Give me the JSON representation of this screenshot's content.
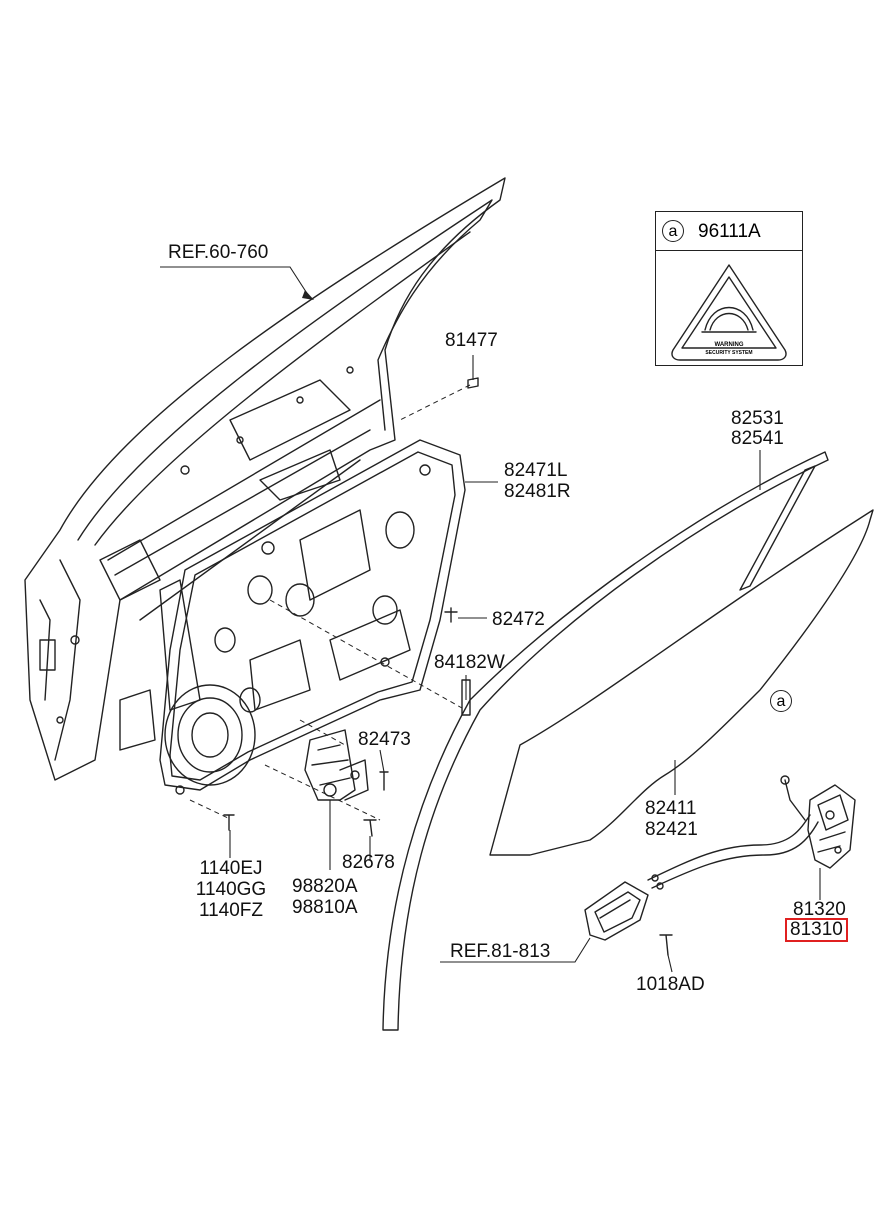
{
  "labels": {
    "ref_60_760": "REF.60-760",
    "p81477": "81477",
    "p82471L": "82471L",
    "p82481R": "82481R",
    "p82472": "82472",
    "p84182W": "84182W",
    "p82473": "82473",
    "p82678": "82678",
    "p1140EJ": "1140EJ",
    "p1140GG": "1140GG",
    "p1140FZ": "1140FZ",
    "p98820A": "98820A",
    "p98810A": "98810A",
    "p82531": "82531",
    "p82541": "82541",
    "p82411": "82411",
    "p82421": "82421",
    "p81320": "81320",
    "p81310": "81310",
    "ref_81_813": "REF.81-813",
    "p1018AD": "1018AD"
  },
  "inset": {
    "marker": "a",
    "part": "96111A",
    "sticker_line1": "WARNING",
    "sticker_line2": "SECURITY SYSTEM"
  },
  "callout_marker": "a",
  "highlight_color": "#e02020"
}
